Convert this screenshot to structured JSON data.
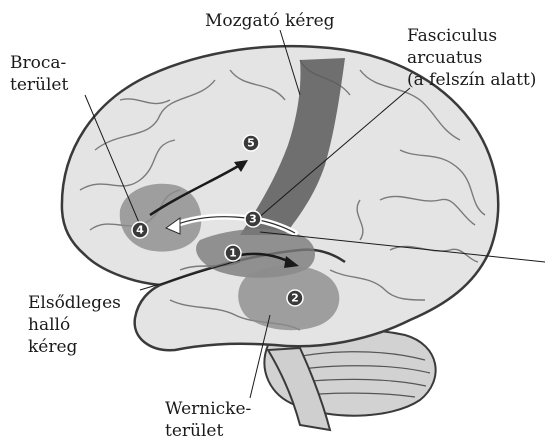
{
  "labels": {
    "motor_cortex": "Mozgató kéreg",
    "broca": [
      "Broca-",
      "terület"
    ],
    "fasciculus": [
      "Fasciculus",
      "arcuatus",
      "(a felszín alatt)"
    ],
    "primary_auditory": [
      "Elsődleges",
      "halló",
      "kéreg"
    ],
    "wernicke": [
      "Wernicke-",
      "terület"
    ]
  },
  "markers": [
    "1",
    "2",
    "3",
    "4",
    "5"
  ],
  "colors": {
    "region_dark": "#5a5a5a",
    "region_mid": "#8c8c8c",
    "brain_fill": "#e4e4e4",
    "brain_outline": "#3a3a3a",
    "arrow": "#1a1a1a"
  }
}
